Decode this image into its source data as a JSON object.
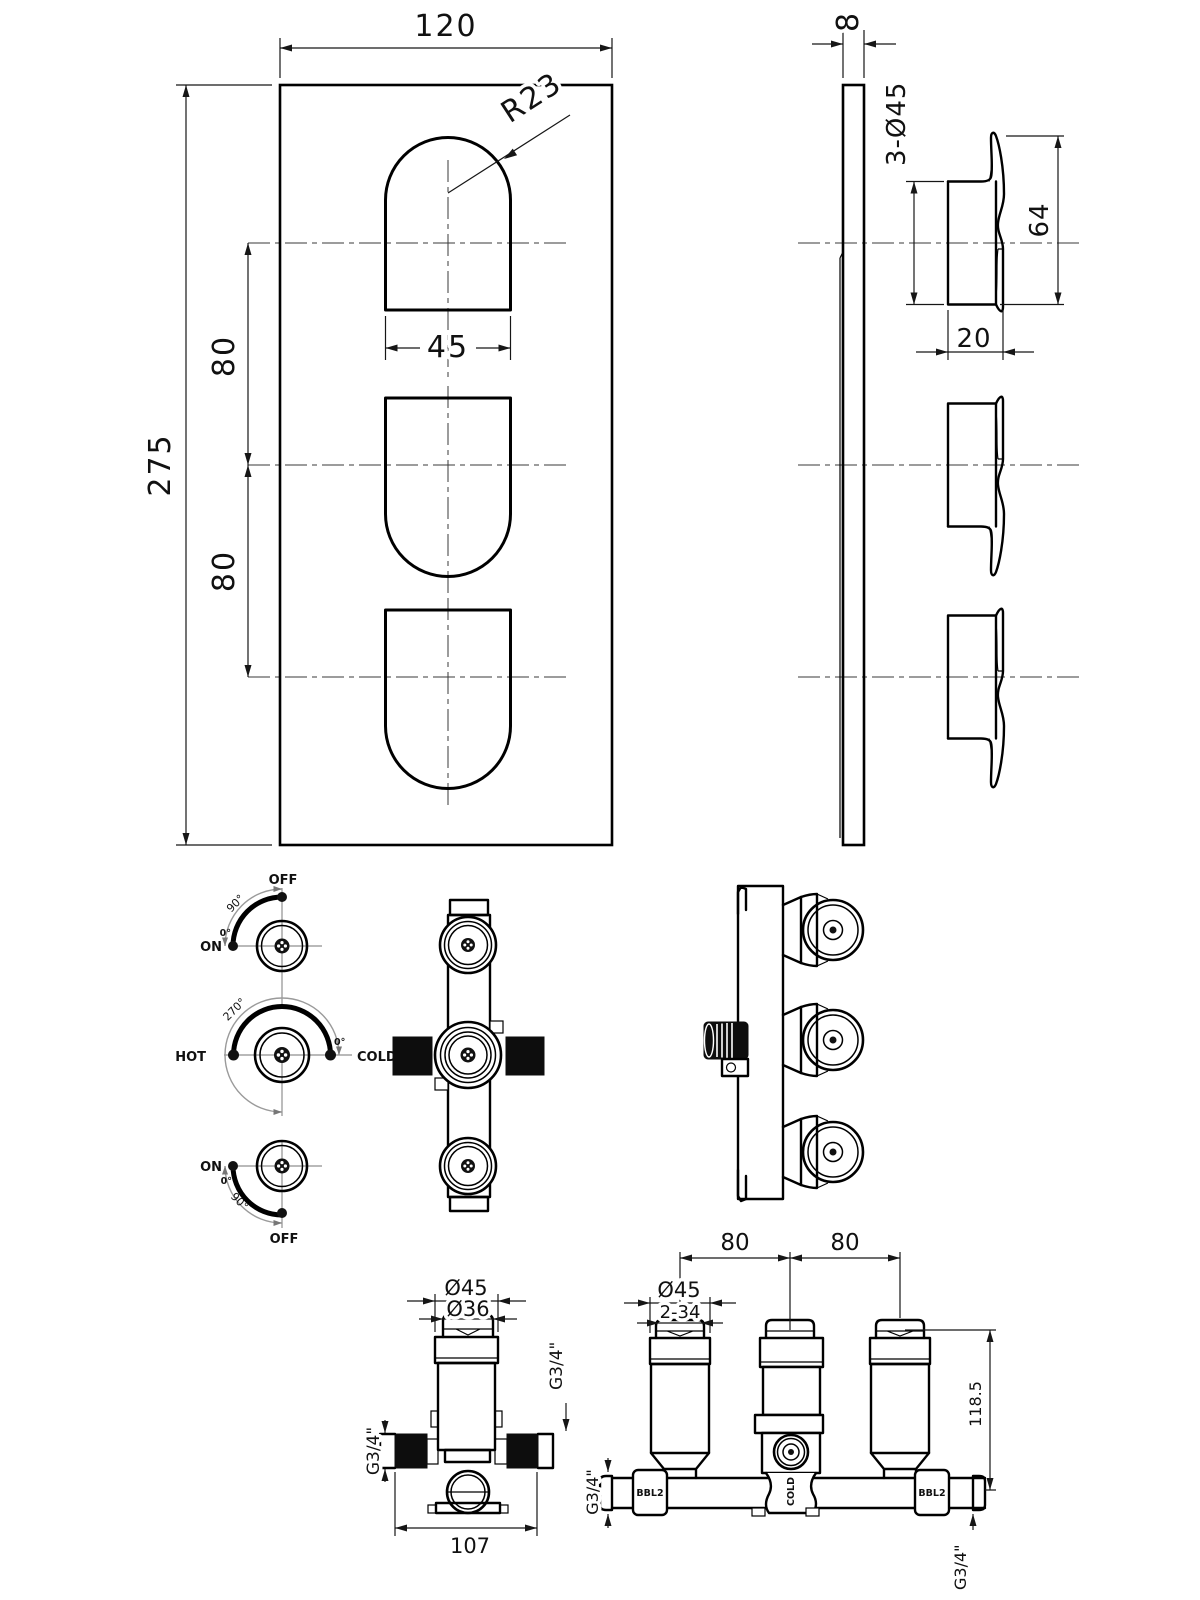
{
  "colors": {
    "line": "#000000",
    "dim_text": "#111111",
    "gray_arc": "#9a9a9a",
    "background": "#ffffff",
    "solid_fill": "#0d0d0d"
  },
  "front_view": {
    "width": "120",
    "height": "275",
    "pitch_top": "80",
    "pitch_bottom": "80",
    "cutout_width": "45",
    "corner_radius": "R23"
  },
  "side_view": {
    "thickness": "8",
    "knob_dia": "3-Ø45",
    "knob_height": "64",
    "knob_depth": "20"
  },
  "dial_top": {
    "off": "OFF",
    "on": "ON",
    "sweep": "90°",
    "zero": "0°"
  },
  "dial_mid": {
    "hot": "HOT",
    "cold": "COLD",
    "sweep": "270°",
    "zero": "0°"
  },
  "dial_bottom": {
    "on": "ON",
    "off": "OFF",
    "sweep": "90°",
    "zero": "0°"
  },
  "section_view": {
    "outer_dia": "Ø45",
    "inner_dia": "Ø36",
    "width": "107",
    "thread_left": "G3/4\"",
    "thread_right": "G3/4\""
  },
  "manifold_view": {
    "pitch_left": "80",
    "pitch_right": "80",
    "outer_dia": "Ø45",
    "thread_top": "2-34",
    "height": "118.5",
    "thread_left": "G3/4\"",
    "thread_bottom": "G3/4\"",
    "fitting_left": "BBL2",
    "fitting_right": "BBL2",
    "cold": "COLD"
  }
}
